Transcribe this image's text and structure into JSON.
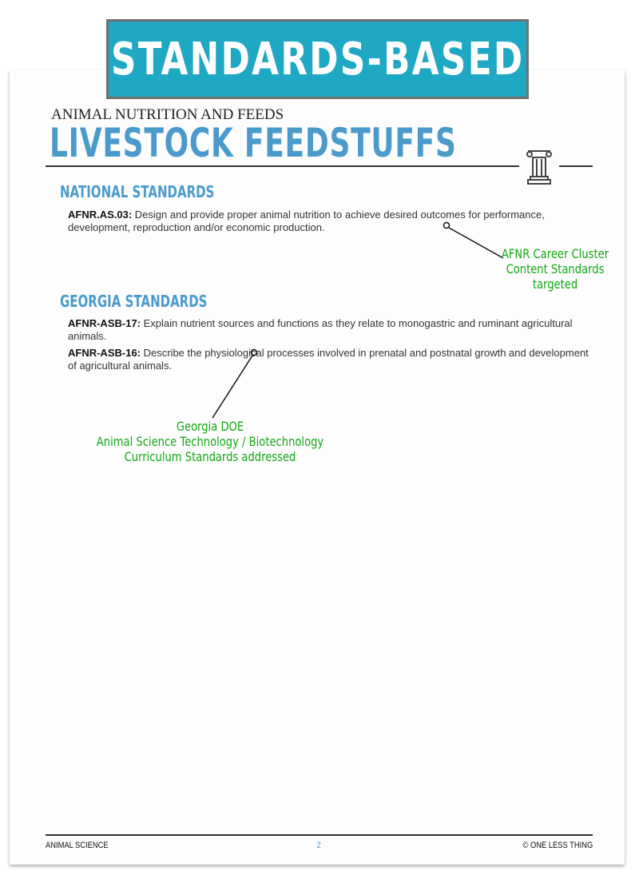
{
  "banner": {
    "label": "STANDARDS-BASED",
    "color": "#1ea8c4"
  },
  "header": {
    "subtitle": "ANIMAL NUTRITION AND FEEDS",
    "title": "LIVESTOCK FEEDSTUFFS",
    "icon": "column-pillar-icon"
  },
  "national": {
    "heading": "NATIONAL STANDARDS",
    "items": [
      {
        "code": "AFNR.AS.03:",
        "text": " Design and provide proper animal nutrition to achieve desired outcomes for performance, development, reproduction and/or economic production."
      }
    ]
  },
  "georgia": {
    "heading": "GEORGIA STANDARDS",
    "items": [
      {
        "code": "AFNR-ASB-17:",
        "text": " Explain nutrient sources and functions as they relate to monogastric and ruminant agricultural animals."
      },
      {
        "code": "AFNR-ASB-16:",
        "text": " Describe the physiological processes involved in prenatal and postnatal growth and development of agricultural animals."
      }
    ]
  },
  "annotations": {
    "afnr": [
      "AFNR Career Cluster",
      "Content Standards",
      "targeted"
    ],
    "georgia": [
      "Georgia DOE",
      "Animal Science Technology / Biotechnology",
      "Curriculum Standards addressed"
    ],
    "color": "#13a813"
  },
  "footer": {
    "left": "ANIMAL SCIENCE",
    "page": "2",
    "right": "© ONE LESS THING"
  }
}
